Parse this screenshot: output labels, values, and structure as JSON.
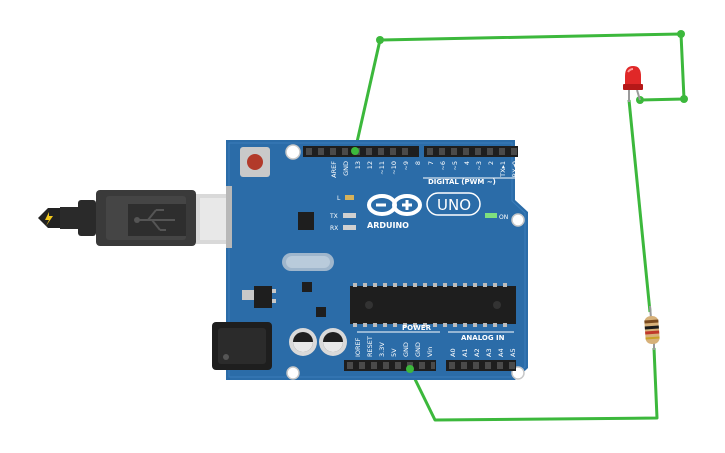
{
  "board": {
    "brand": "ARDUINO",
    "model": "UNO",
    "on_label": "ON",
    "led_l": "L",
    "led_tx": "TX",
    "led_rx": "RX",
    "digital_label": "DIGITAL (PWM ~)",
    "power_label": "POWER",
    "analog_label": "ANALOG IN",
    "digital_pins": [
      "AREF",
      "GND",
      "13",
      "12",
      "~11",
      "~10",
      "~9",
      "8",
      "7",
      "~6",
      "~5",
      "4",
      "~3",
      "2",
      "TX▸1",
      "RX◂0"
    ],
    "power_pins": [
      "IOREF",
      "RESET",
      "3.3V",
      "5V",
      "GND",
      "GND",
      "Vin"
    ],
    "analog_pins": [
      "A0",
      "A1",
      "A2",
      "A3",
      "A4",
      "A5"
    ]
  },
  "components": {
    "usb_cable": "usb-cable",
    "led_color": "#d41f1f",
    "wire_color": "#3cb83c",
    "board_color": "#2b6ca8"
  }
}
